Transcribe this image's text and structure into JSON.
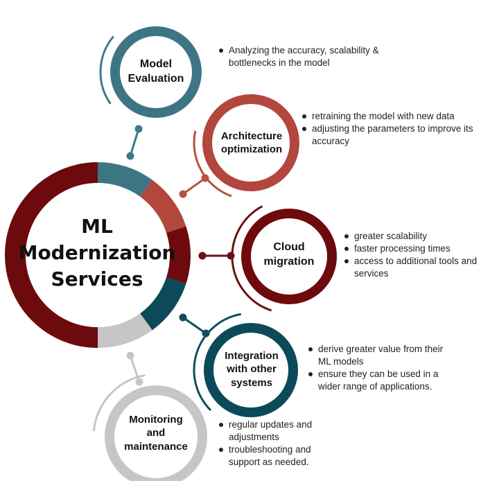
{
  "hub": {
    "title": "ML\nModernization\nServices"
  },
  "colors": {
    "teal": "#3e7585",
    "red": "#b2473d",
    "maroon": "#6d0a0d",
    "dark_teal": "#0c4a5a",
    "gray": "#c7c5c5",
    "teal_arc": "#3f7a89",
    "red_arc": "#b85040",
    "maroon_arc": "#6b1015",
    "dark_teal_arc": "#114d5c",
    "gray_arc": "#c6c6c6"
  },
  "hub_segments": [
    {
      "name": "model-evaluation",
      "fraction": 0.1,
      "color": "#3e7585"
    },
    {
      "name": "architecture-optimization",
      "fraction": 0.1,
      "color": "#b2473d"
    },
    {
      "name": "cloud-migration",
      "fraction": 0.1,
      "color": "#6d0a0d"
    },
    {
      "name": "integration",
      "fraction": 0.1,
      "color": "#0c4a5a"
    },
    {
      "name": "monitoring",
      "fraction": 0.1,
      "color": "#c7c5c5"
    },
    {
      "name": "remainder",
      "fraction": 0.5,
      "color": "#6d0a0d"
    }
  ],
  "services": [
    {
      "title": "Model\nEvaluation",
      "color": "#3e7585",
      "bullets": [
        "Analyzing the accuracy, scalability & bottlenecks in the model"
      ]
    },
    {
      "title": "Architecture\noptimization",
      "color": "#b2473d",
      "bullets": [
        "retraining the model with new data",
        "adjusting the parameters to improve its accuracy"
      ]
    },
    {
      "title": "Cloud\nmigration",
      "color": "#6d0a0d",
      "bullets": [
        "greater scalability",
        "faster processing times",
        " access to additional tools and services"
      ]
    },
    {
      "title": "Integration\nwith other\nsystems",
      "color": "#0c4a5a",
      "bullets": [
        "derive greater value from their ML models",
        "ensure they can be used in a wider range of applications."
      ]
    },
    {
      "title": "Monitoring\nand\nmaintenance",
      "color": "#c7c5c5",
      "bullets": [
        "regular updates and adjustments",
        " troubleshooting and support as needed."
      ]
    }
  ]
}
